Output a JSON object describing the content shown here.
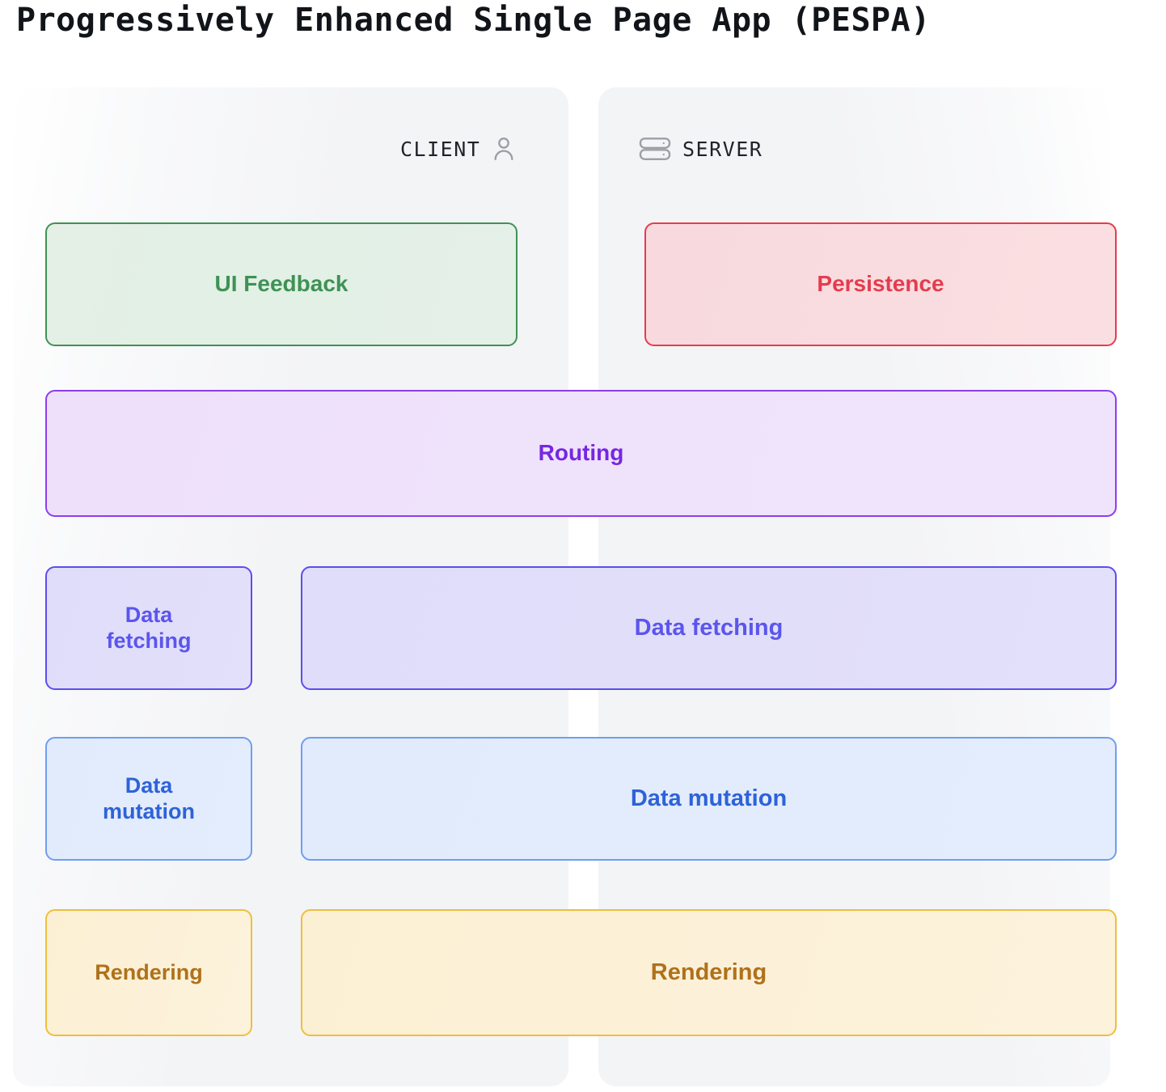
{
  "title": "Progressively Enhanced Single Page App (PESPA)",
  "columns": {
    "client": {
      "label": "CLIENT",
      "icon": "user-icon"
    },
    "server": {
      "label": "SERVER",
      "icon": "server-icon"
    }
  },
  "rows": [
    {
      "id": "ui-feedback-persistence",
      "client": {
        "label": "UI Feedback",
        "color": "#3f9254",
        "fill": "#e4efe5"
      },
      "server": {
        "label": "Persistence",
        "color": "#e43c4e",
        "fill": "#f8dade"
      }
    },
    {
      "id": "routing",
      "full": {
        "label": "Routing",
        "color": "#7527e0",
        "fill": "#eee0fb"
      }
    },
    {
      "id": "data-fetching",
      "client": {
        "label": "Data\nfetching",
        "color": "#5b55ee",
        "fill": "#e0ddfa"
      },
      "server": {
        "label": "Data fetching",
        "color": "#5b55ee",
        "fill": "#e0ddfa"
      }
    },
    {
      "id": "data-mutation",
      "client": {
        "label": "Data\nmutation",
        "color": "#2e62d8",
        "fill": "#e1ebfc"
      },
      "server": {
        "label": "Data mutation",
        "color": "#2e62d8",
        "fill": "#e1ebfc"
      }
    },
    {
      "id": "rendering",
      "client": {
        "label": "Rendering",
        "color": "#b0711a",
        "fill": "#fcf0d4"
      },
      "server": {
        "label": "Rendering",
        "color": "#b0711a",
        "fill": "#fcf0d4"
      }
    }
  ],
  "colors": {
    "green": "#3f9254",
    "red": "#e43c4e",
    "purple": "#8b3df0",
    "indigo": "#5b4df0",
    "blue": "#6f9ef0",
    "amber": "#efbe3d",
    "panel_bg": "#f3f4f6",
    "title_text": "#111418",
    "header_text": "#1f2328",
    "header_icon": "#9aa0a6"
  }
}
